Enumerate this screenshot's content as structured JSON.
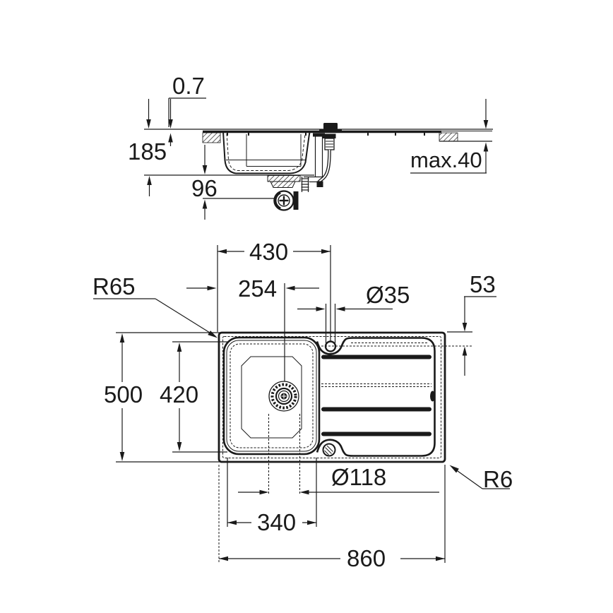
{
  "page": {
    "background": "#ffffff",
    "line_color": "#1a1a1a"
  },
  "drawing": {
    "type": "technical-drawing",
    "subject": "kitchen sink installation drawing, side section and plan view",
    "side_view": {
      "labels": {
        "rim_height": "0.7",
        "depth_to_bowl_bottom": "185",
        "drain_trap_offset": "96",
        "max_countertop_thickness": "max.40"
      }
    },
    "plan_view": {
      "labels": {
        "tap_hole_center_from_left": "430",
        "drain_center_from_left": "254",
        "bowl_corner_radius": "R65",
        "tap_hole_diameter": "Ø35",
        "drainboard_top_offset": "53",
        "overall_depth": "500",
        "bowl_opening_depth": "420",
        "drain_diameter": "Ø118",
        "outer_corner_radius": "R6",
        "bowl_opening_width": "340",
        "overall_width": "860"
      }
    }
  }
}
